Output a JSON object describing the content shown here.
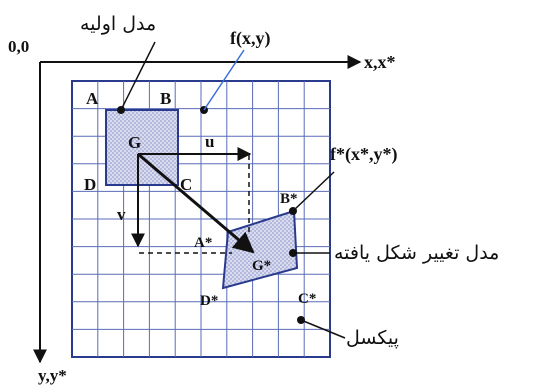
{
  "labels": {
    "origin": "0,0",
    "x_axis": "x,x*",
    "y_axis": "y,y*",
    "f": "f(x,y)",
    "f_star": "f*(x*,y*)",
    "A": "A",
    "B": "B",
    "C": "C",
    "D": "D",
    "G": "G",
    "A_star": "A*",
    "B_star": "B*",
    "C_star": "C*",
    "D_star": "D*",
    "G_star": "G*",
    "u": "u",
    "v": "v",
    "initial_model": "مدل اولیه",
    "deformed_model": "مدل تغییر شکل یافته",
    "pixel": "پیکسل"
  },
  "colors": {
    "grid": "#3a4fa0",
    "frame": "#2a3a8c",
    "fill": "#d9dcef",
    "fill_dot": "#8890c8",
    "ink": "#111111"
  }
}
